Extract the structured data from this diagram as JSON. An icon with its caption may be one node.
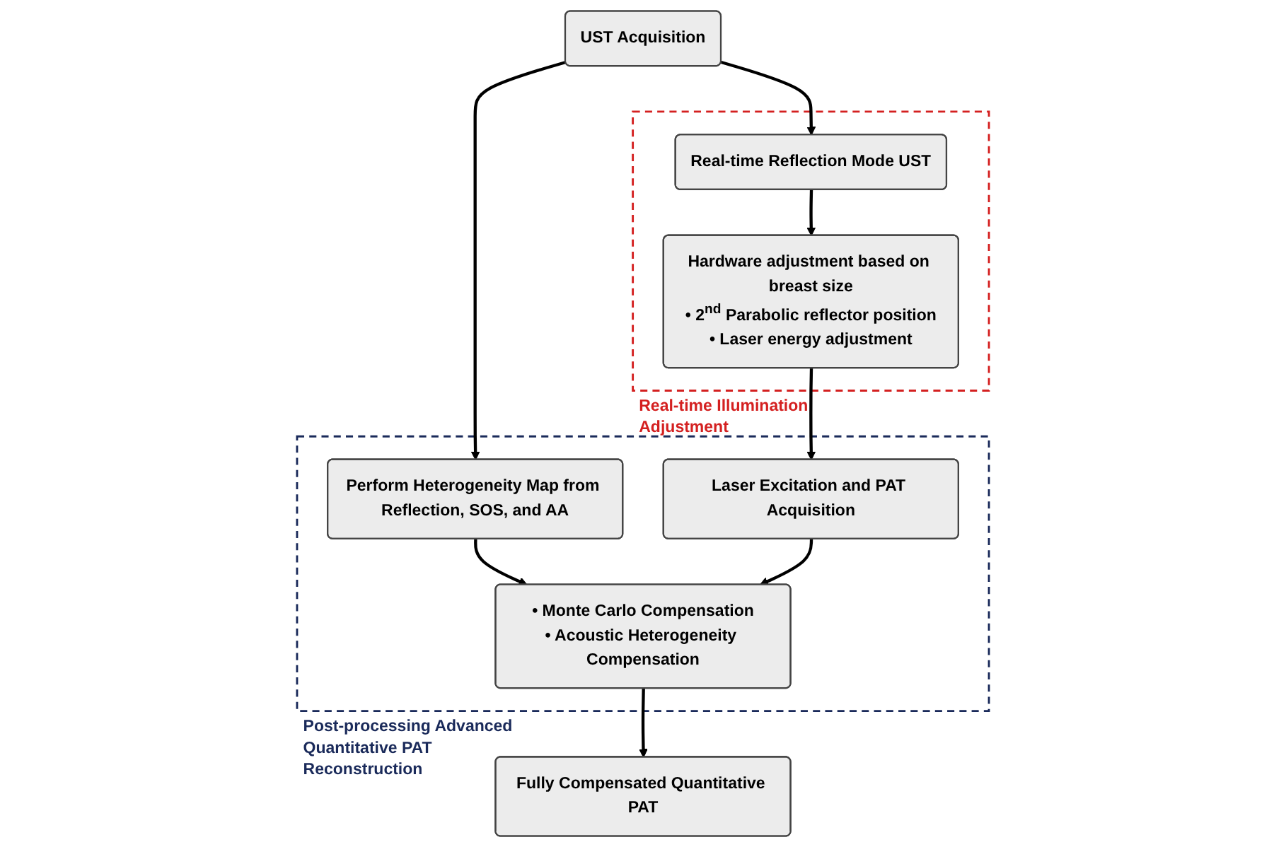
{
  "diagram": {
    "nodes": [
      {
        "text": [
          "UST Acquisition"
        ]
      },
      {
        "text": [
          "Real-time Illumination Adjustment"
        ]
      },
      {
        "text": [
          "Real-time Reflection Mode UST"
        ],
        "in": 1
      },
      {
        "text": [
          "Hardware adjustment based on breast size",
          "• 2$^{nd}$ Parabolic reflector position",
          "• Laser energy adjustment"
        ],
        "in": 1
      },
      {
        "text": [
          "Post-processing Advanced Quantitative PAT Reconstruction"
        ]
      },
      {
        "text": [
          "Perform Heterogeneity Map from Reflection, SOS, and AA"
        ],
        "in": 4
      },
      {
        "text": [
          "• Monte Carlo Compensation",
          "• Acoustic Heterogeneity Compensation"
        ],
        "in": 4
      },
      {
        "text": [
          "Laser Excitation and PAT Acquisition"
        ],
        "in": 4
      },
      {
        "text": [
          "Fully Compensated Quantitative PAT"
        ]
      }
    ],
    "edges": [
      {
        "from": 0,
        "to": 2,
        "arrow": "to"
      },
      {
        "from": 0,
        "to": 5,
        "arrow": "to"
      },
      {
        "from": 2,
        "to": 3,
        "arrow": "to"
      },
      {
        "from": 5,
        "to": 6,
        "arrow": "to"
      },
      {
        "from": 3,
        "to": 7,
        "arrow": "to"
      },
      {
        "from": 7,
        "to": 6,
        "arrow": "to"
      },
      {
        "from": 6,
        "to": 8,
        "arrow": "to"
      }
    ]
  }
}
